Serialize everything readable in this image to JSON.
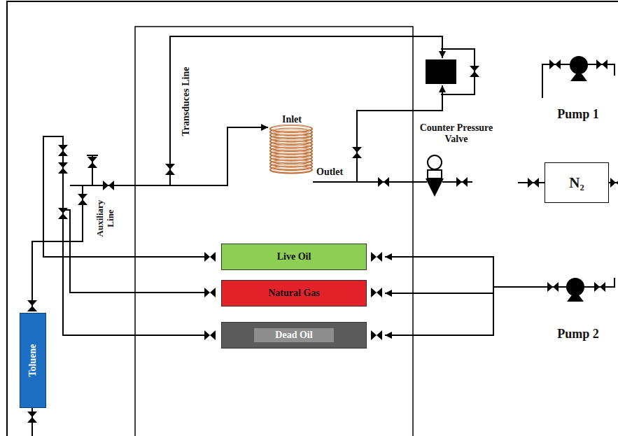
{
  "diagram": {
    "nodes": [
      {
        "text": [
          "Pump 1"
        ]
      },
      {
        "text": [
          "N₂"
        ]
      },
      {
        "text": [
          "Live Oil"
        ]
      },
      {
        "text": [
          "Natural Gas"
        ]
      },
      {
        "text": [
          "Pump 2"
        ]
      },
      {
        "text": [
          "Dead Oil"
        ]
      },
      {
        "text": [
          "Toluene"
        ]
      }
    ],
    "edges": [
      {
        "from": 4,
        "to": 2,
        "arrow": "to"
      },
      {
        "from": 4,
        "to": 3,
        "arrow": "to"
      },
      {
        "from": 4,
        "to": 5,
        "arrow": "to"
      }
    ],
    "labels": [
      "Transduces Line",
      "Inlet",
      "Outlet",
      "Counter Pressure Valve",
      "Auxiliary Line"
    ]
  }
}
